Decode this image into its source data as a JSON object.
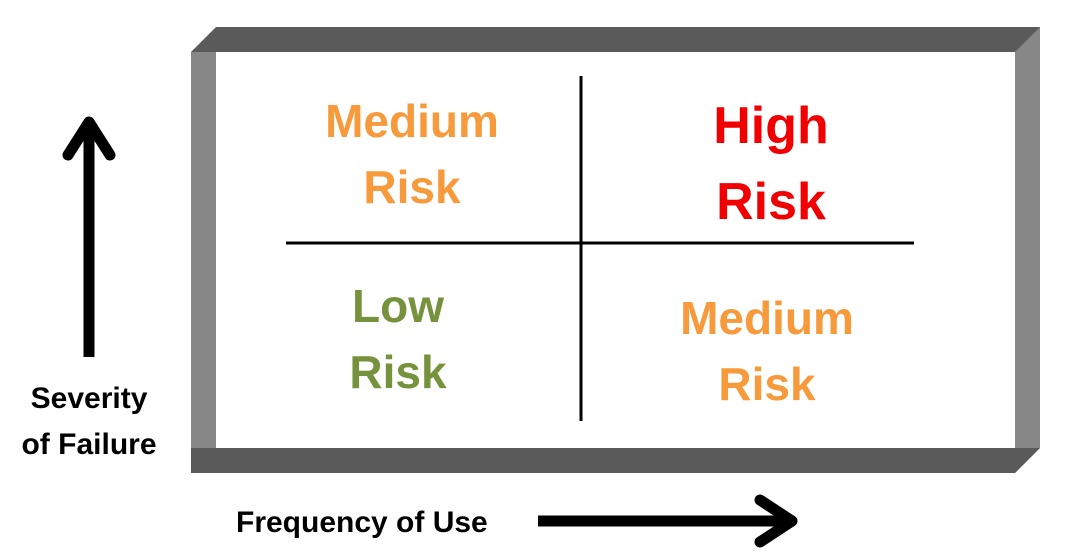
{
  "quadrants": {
    "top_left": {
      "line1": "Medium",
      "line2": "Risk",
      "color": "#F79A3B"
    },
    "top_right": {
      "line1": "High",
      "line2": "Risk",
      "color": "#F00000"
    },
    "bottom_left": {
      "line1": "Low",
      "line2": "Risk",
      "color": "#76923C"
    },
    "bottom_right": {
      "line1": "Medium",
      "line2": "Risk",
      "color": "#F79A3B"
    }
  },
  "axes": {
    "y_label_line1": "Severity",
    "y_label_line2": "of Failure",
    "x_label": "Frequency of Use"
  },
  "frame_colors": {
    "top": "#5A5A5A",
    "left": "#878787",
    "right": "#878787",
    "bottom": "#5A5A5A",
    "inner": "#FFFFFF"
  }
}
